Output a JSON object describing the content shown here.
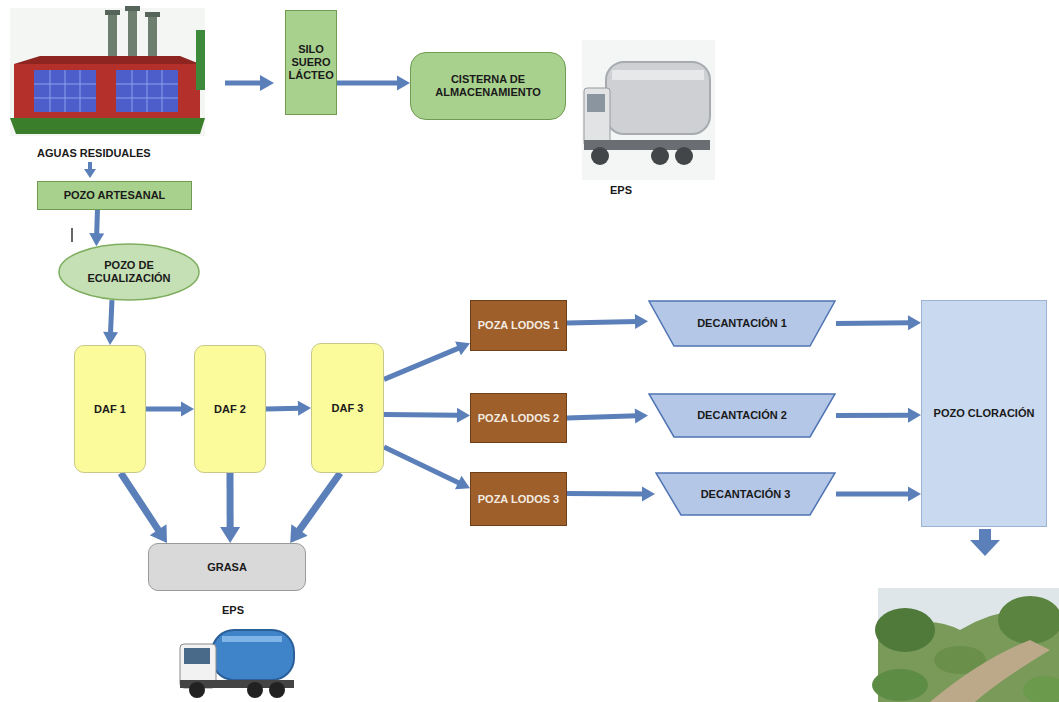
{
  "diagram": {
    "nodes": [
      {
        "text": [
          "SILO SUERO LÁCTEO"
        ]
      },
      {
        "text": [
          "CISTERNA DE ALMACENAMIENTO"
        ]
      },
      {
        "text": [
          "POZO ARTESANAL"
        ]
      },
      {
        "text": [
          "POZO DE ECUALIZACIÓN"
        ]
      },
      {
        "text": [
          "DAF 1"
        ]
      },
      {
        "text": [
          "DAF 2"
        ]
      },
      {
        "text": [
          "DAF 3"
        ]
      },
      {
        "text": [
          "GRASA"
        ]
      },
      {
        "text": [
          "POZA LODOS 1"
        ]
      },
      {
        "text": [
          "POZA LODOS 2"
        ]
      },
      {
        "text": [
          "POZA LODOS 3"
        ]
      },
      {
        "text": [
          "DECANTACIÓN 1"
        ]
      },
      {
        "text": [
          "DECANTACIÓN 2"
        ]
      },
      {
        "text": [
          "DECANTACIÓN 3"
        ]
      },
      {
        "text": [
          "POZO CLORACIÓN"
        ]
      }
    ],
    "edges": [
      {
        "from": 0,
        "to": 1,
        "arrow": "to"
      },
      {
        "from": 2,
        "to": 3,
        "arrow": "to"
      },
      {
        "from": 3,
        "to": 4,
        "arrow": "to"
      },
      {
        "from": 4,
        "to": 5,
        "arrow": "to"
      },
      {
        "from": 5,
        "to": 6,
        "arrow": "to"
      },
      {
        "from": 6,
        "to": 8,
        "arrow": "to"
      },
      {
        "from": 6,
        "to": 9,
        "arrow": "to"
      },
      {
        "from": 6,
        "to": 10,
        "arrow": "to"
      },
      {
        "from": 8,
        "to": 11,
        "arrow": "to"
      },
      {
        "from": 9,
        "to": 12,
        "arrow": "to"
      },
      {
        "from": 10,
        "to": 13,
        "arrow": "to"
      },
      {
        "from": 11,
        "to": 14,
        "arrow": "to"
      },
      {
        "from": 12,
        "to": 14,
        "arrow": "to"
      },
      {
        "from": 13,
        "to": 14,
        "arrow": "to"
      },
      {
        "from": 4,
        "to": 7,
        "arrow": "to"
      },
      {
        "from": 5,
        "to": 7,
        "arrow": "to"
      },
      {
        "from": 6,
        "to": 7,
        "arrow": "to"
      }
    ],
    "labels": [
      "AGUAS RESIDUALES",
      "EPS",
      "EPS"
    ]
  }
}
